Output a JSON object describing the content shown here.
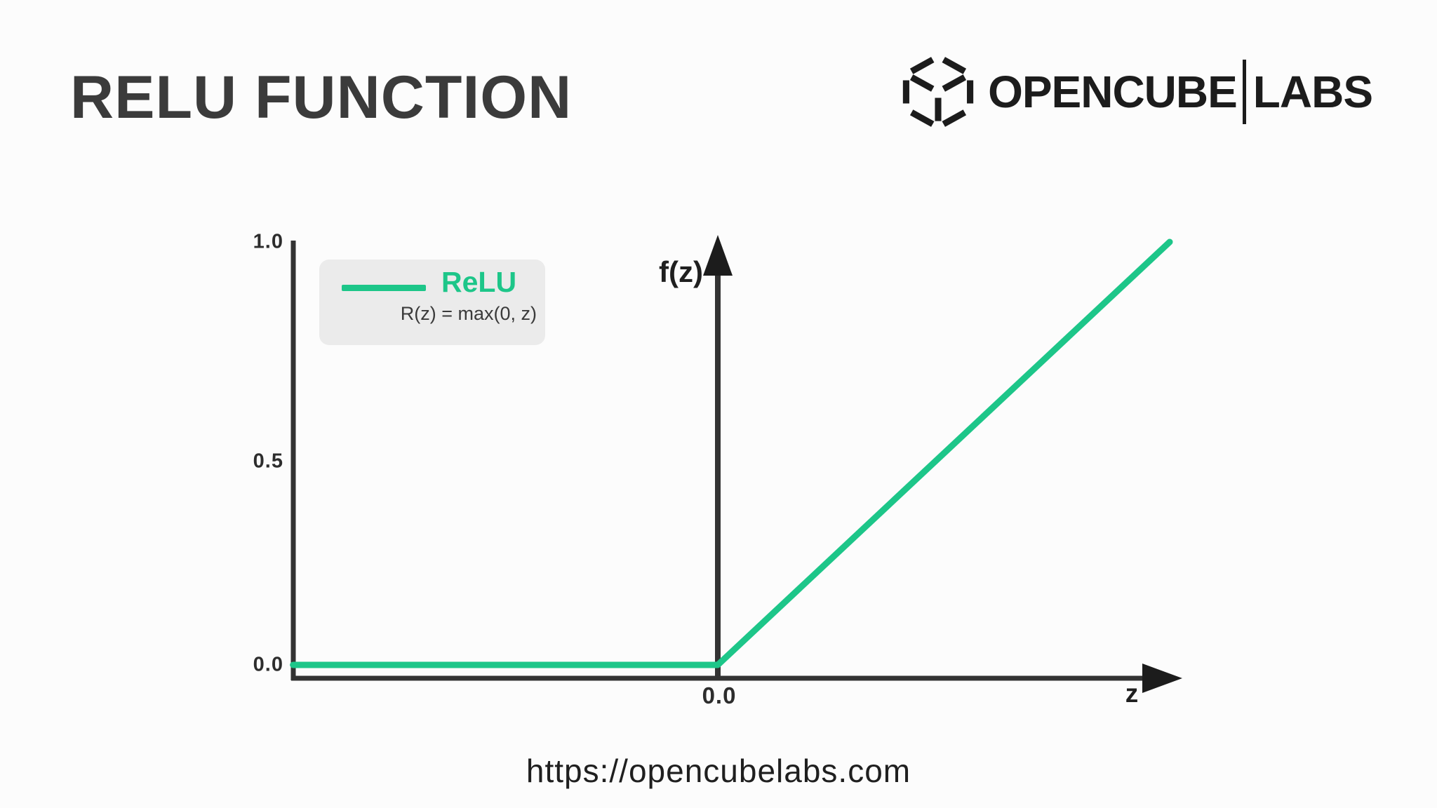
{
  "page": {
    "title": "RELU FUNCTION",
    "url": "https://opencubelabs.com",
    "background": "#fcfcfc"
  },
  "logo": {
    "name": "OPENCUBE",
    "suffix": "LABS",
    "icon": "dashed-wireframe-cube"
  },
  "legend": {
    "label": "ReLU",
    "formula": "R(z) = max(0, z)"
  },
  "axes": {
    "y_label": "f(z)",
    "x_label": "z",
    "y_ticks": [
      "1.0",
      "0.5",
      "0.0"
    ],
    "x_tick": "0.0"
  },
  "colors": {
    "accent": "#1dc689",
    "axis": "#333333",
    "title_text": "#3b3b3b",
    "legend_bg": "#ebebeb"
  },
  "chart_data": {
    "type": "line",
    "title": "RELU FUNCTION",
    "xlabel": "z",
    "ylabel": "f(z)",
    "xlim": [
      -0.94,
      1.0
    ],
    "ylim": [
      0,
      1
    ],
    "x_tick_labels": [
      "0.0"
    ],
    "y_tick_labels": [
      "1.0",
      "0.5",
      "0.0"
    ],
    "grid": false,
    "legend_position": "top-left",
    "series": [
      {
        "name": "ReLU",
        "formula": "R(z) = max(0, z)",
        "color": "#1dc689",
        "points": [
          {
            "z": -0.94,
            "f": 0
          },
          {
            "z": 0,
            "f": 0
          },
          {
            "z": 1.0,
            "f": 1.0
          }
        ]
      }
    ]
  }
}
